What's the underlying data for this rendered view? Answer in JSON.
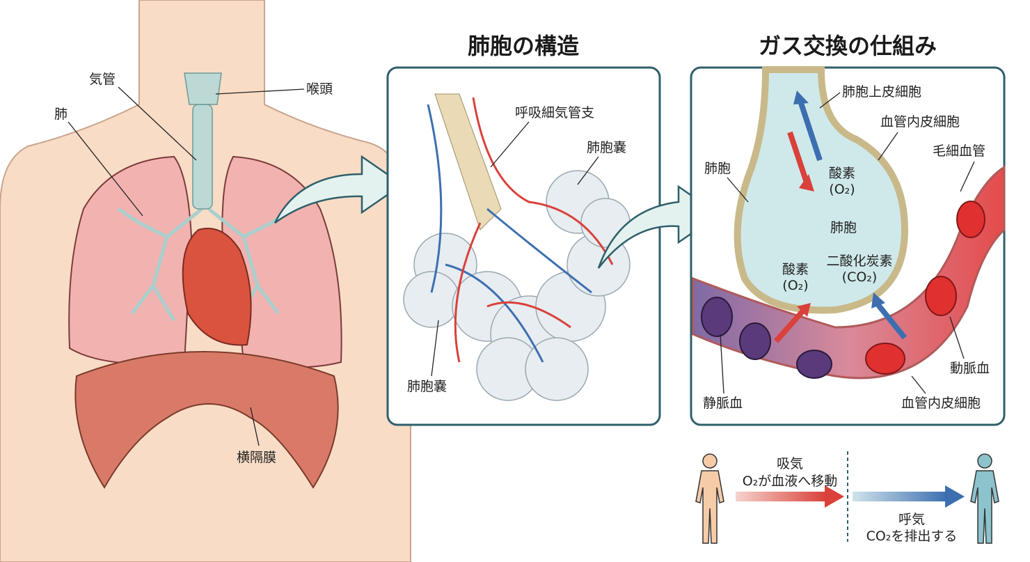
{
  "anatomy": {
    "labels": {
      "trachea": "気管",
      "larynx": "喉頭",
      "lung": "肺",
      "diaphragm": "横隔膜"
    }
  },
  "alveolus_structure": {
    "title": "肺胞の構造",
    "labels": {
      "respiratory_bronchiole": "呼吸細気管支",
      "alveolar_sac_top": "肺胞嚢",
      "alveolar_sac_bottom": "肺胞嚢"
    }
  },
  "gas_exchange": {
    "title": "ガス交換の仕組み",
    "labels": {
      "alveolar_epithelial_cell": "肺胞上皮細胞",
      "endothelial_cell_top": "血管内皮細胞",
      "capillary": "毛細血管",
      "alveolus_side": "肺胞",
      "oxygen_top": "酸素",
      "oxygen_top_formula": "(O₂)",
      "alveolus_center": "肺胞",
      "oxygen_bottom": "酸素",
      "oxygen_bottom_formula": "(O₂)",
      "co2": "二酸化炭素",
      "co2_formula": "(CO₂)",
      "arterial_blood": "動脈血",
      "venous_blood": "静脈血",
      "endothelial_cell_bottom": "血管内皮細胞"
    }
  },
  "breathing": {
    "inhale_title": "吸気",
    "inhale_desc": "O₂が血液へ移動",
    "exhale_title": "呼気",
    "exhale_desc": "CO₂を排出する"
  },
  "colors": {
    "frame": "#2f5f6a",
    "oxygen": "#d9413a",
    "co2": "#3d6fb0",
    "skin": "#f6d3b8",
    "lung": "#f2b3b0"
  }
}
